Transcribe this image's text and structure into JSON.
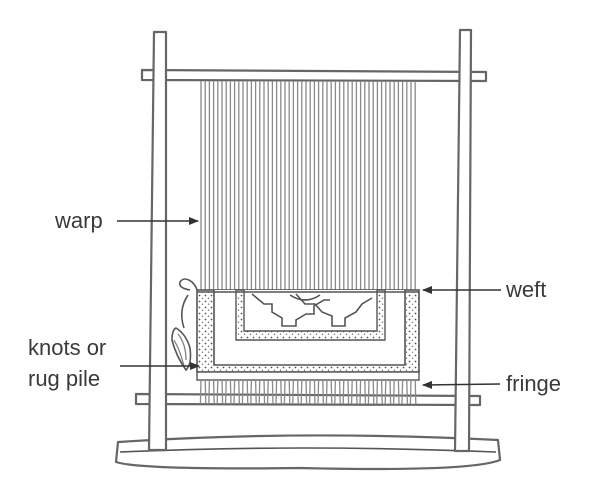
{
  "labels": {
    "warp": "warp",
    "weft": "weft",
    "knots_line1": "knots or",
    "knots_line2": "rug pile",
    "fringe": "fringe"
  },
  "colors": {
    "stroke": "#555555",
    "text": "#3a3a3a",
    "background": "#ffffff"
  }
}
